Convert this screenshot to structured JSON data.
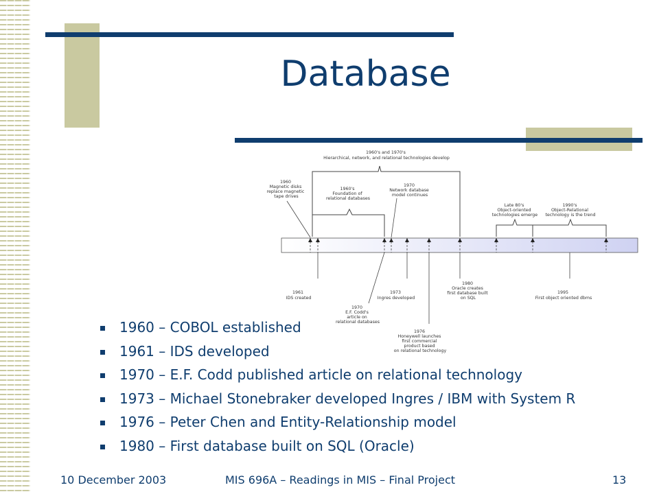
{
  "slide": {
    "title": "Database"
  },
  "timeline": {
    "top_labels": [
      {
        "lines": [
          "1960's and 1970's",
          "Hierarchical, network, and relational technologies develop"
        ]
      },
      {
        "lines": [
          "1960",
          "Magnetic disks",
          "replace magnetic",
          "tape drives"
        ]
      },
      {
        "lines": [
          "1960's",
          "Foundation of",
          "relational databases"
        ]
      },
      {
        "lines": [
          "1970",
          "Network database",
          "model continues"
        ]
      },
      {
        "lines": [
          "Late 80's",
          "Object-oriented",
          "technologies emerge"
        ]
      },
      {
        "lines": [
          "1990's",
          "Object-Relational",
          "technology is the trend"
        ]
      }
    ],
    "bottom_labels": [
      {
        "lines": [
          "1961",
          "IDS created"
        ]
      },
      {
        "lines": [
          "1970",
          "E.F. Codd's",
          "article on",
          "relational databases"
        ]
      },
      {
        "lines": [
          "1973",
          "Ingres developed"
        ]
      },
      {
        "lines": [
          "1976",
          "Honeywell launches",
          "first commercial",
          "product based",
          "on relational technology"
        ]
      },
      {
        "lines": [
          "1980",
          "Oracle creates",
          "first database built",
          "on SQL"
        ]
      },
      {
        "lines": [
          "1995",
          "First object oriented dbms"
        ]
      }
    ]
  },
  "bullets": [
    "1960 – COBOL established",
    "1961 – IDS developed",
    "1970 – E.F. Codd published article on relational technology",
    "1973 – Michael Stonebraker developed Ingres / IBM with System R",
    "1976 – Peter Chen and Entity-Relationship model",
    "1980 – First database built on SQL (Oracle)"
  ],
  "footer": {
    "date": "10 December 2003",
    "course": "MIS 696A – Readings in MIS – Final Project",
    "page": "13"
  },
  "colors": {
    "title": "#0f3d6e",
    "accent": "#c9c9a0"
  }
}
